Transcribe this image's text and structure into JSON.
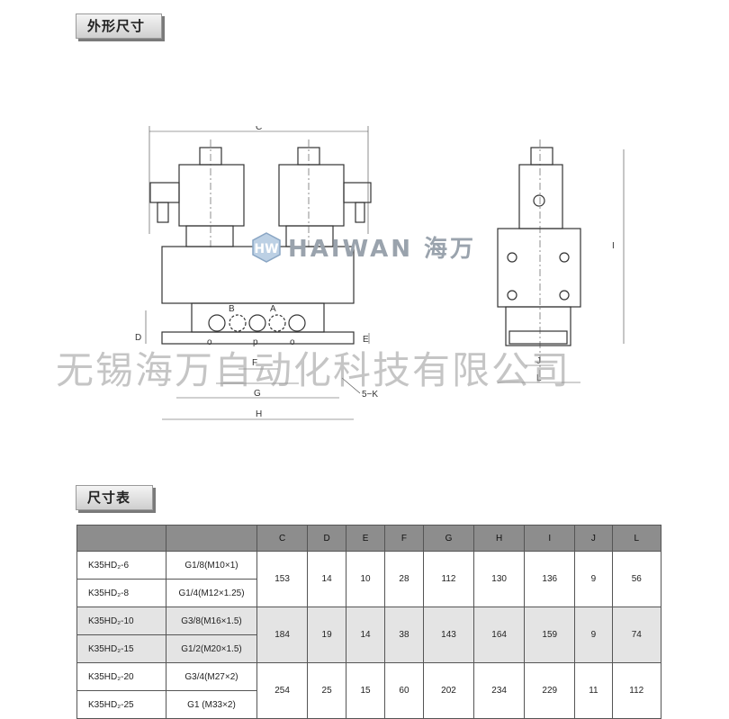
{
  "sections": {
    "outline_title": "外形尺寸",
    "table_title": "尺寸表"
  },
  "drawing_labels": {
    "C": "C",
    "D": "D",
    "E": "E",
    "F": "F",
    "G": "G",
    "H": "H",
    "I": "I",
    "J": "J",
    "L": "L",
    "A": "A",
    "B": "B",
    "P": "p",
    "O": "o",
    "K": "5−K"
  },
  "logo": {
    "text": "HAIWAN 海万",
    "color": "#9aa3ad"
  },
  "watermark": "无锡海万自动化科技有限公司",
  "table": {
    "headers": [
      "",
      "",
      "C",
      "D",
      "E",
      "F",
      "G",
      "H",
      "I",
      "J",
      "L"
    ],
    "groups": [
      {
        "rows": [
          {
            "model": "K35HD₂-6",
            "port": "G1/8(M10×1)"
          },
          {
            "model": "K35HD₂-8",
            "port": "G1/4(M12×1.25)"
          }
        ],
        "values": [
          "153",
          "14",
          "10",
          "28",
          "112",
          "130",
          "136",
          "9",
          "56"
        ]
      },
      {
        "rows": [
          {
            "model": "K35HD₂-10",
            "port": "G3/8(M16×1.5)"
          },
          {
            "model": "K35HD₂-15",
            "port": "G1/2(M20×1.5)"
          }
        ],
        "values": [
          "184",
          "19",
          "14",
          "38",
          "143",
          "164",
          "159",
          "9",
          "74"
        ]
      },
      {
        "rows": [
          {
            "model": "K35HD₂-20",
            "port": "G3/4(M27×2)"
          },
          {
            "model": "K35HD₂-25",
            "port": "G1 (M33×2)"
          }
        ],
        "values": [
          "254",
          "25",
          "15",
          "60",
          "202",
          "234",
          "229",
          "11",
          "112"
        ]
      }
    ]
  }
}
